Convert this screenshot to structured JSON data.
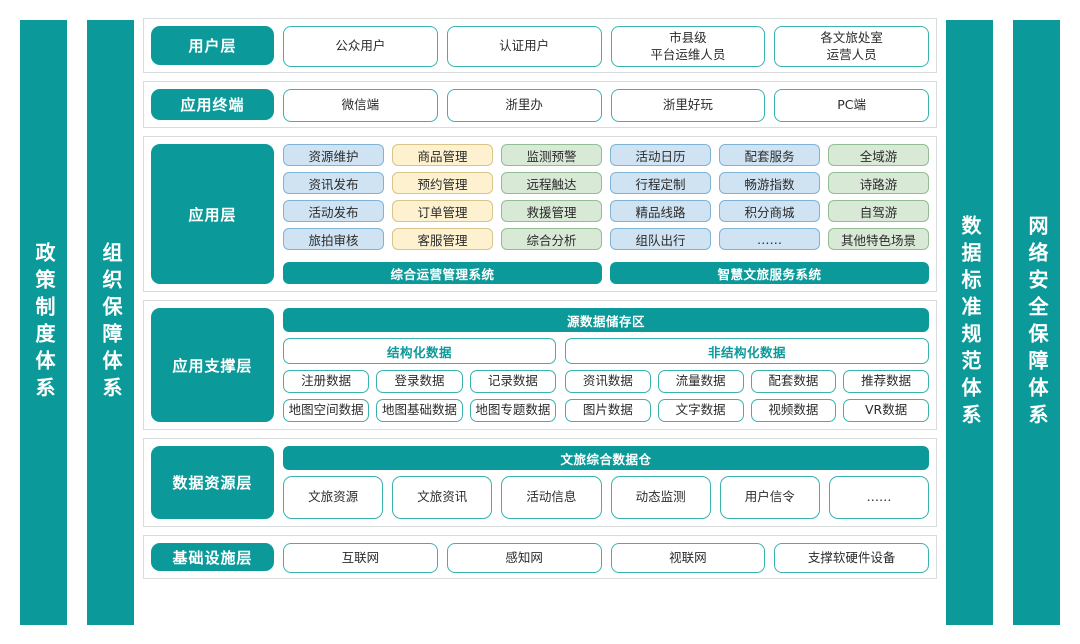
{
  "theme": {
    "teal": "#0b9a99",
    "teal_border": "#39b3ae",
    "blue_fill": "#cfe3f3",
    "cream_fill": "#fdf1cf",
    "green_fill": "#d8e9d6",
    "frame_border": "#d8dcdd"
  },
  "pillars": {
    "left": [
      {
        "label": "政策制度体系"
      },
      {
        "label": "组织保障体系"
      }
    ],
    "right": [
      {
        "label": "数据标准规范体系"
      },
      {
        "label": "网络安全保障体系"
      }
    ]
  },
  "layers": {
    "user": {
      "label": "用户层",
      "items": [
        "公众用户",
        "认证用户",
        "市县级\n平台运维人员",
        "各文旅处室\n运营人员"
      ]
    },
    "terminal": {
      "label": "应用终端",
      "items": [
        "微信端",
        "浙里办",
        "浙里好玩",
        "PC端"
      ]
    },
    "application": {
      "label": "应用层",
      "grid": [
        [
          "资源维护",
          "商品管理",
          "监测预警",
          "活动日历",
          "配套服务",
          "全域游"
        ],
        [
          "资讯发布",
          "预约管理",
          "远程触达",
          "行程定制",
          "畅游指数",
          "诗路游"
        ],
        [
          "活动发布",
          "订单管理",
          "救援管理",
          "精品线路",
          "积分商城",
          "自驾游"
        ],
        [
          "旅拍审核",
          "客服管理",
          "综合分析",
          "组队出行",
          "……",
          "其他特色场景"
        ]
      ],
      "column_colors": [
        "blue",
        "cream",
        "green",
        "blue",
        "blue",
        "green"
      ],
      "systems": [
        "综合运营管理系统",
        "智慧文旅服务系统"
      ]
    },
    "support": {
      "label": "应用支撑层",
      "banner": "源数据储存区",
      "groups": [
        {
          "head": "结构化数据",
          "rows": [
            [
              "注册数据",
              "登录数据",
              "记录数据"
            ],
            [
              "地图空间数据",
              "地图基础数据",
              "地图专题数据"
            ]
          ]
        },
        {
          "head": "非结构化数据",
          "rows": [
            [
              "资讯数据",
              "流量数据",
              "配套数据",
              "推荐数据"
            ],
            [
              "图片数据",
              "文字数据",
              "视频数据",
              "VR数据"
            ]
          ]
        }
      ]
    },
    "data_resource": {
      "label": "数据资源层",
      "banner": "文旅综合数据仓",
      "items": [
        "文旅资源",
        "文旅资讯",
        "活动信息",
        "动态监测",
        "用户信令",
        "……"
      ]
    },
    "infrastructure": {
      "label": "基础设施层",
      "items": [
        "互联网",
        "感知网",
        "视联网",
        "支撑软硬件设备"
      ]
    }
  }
}
